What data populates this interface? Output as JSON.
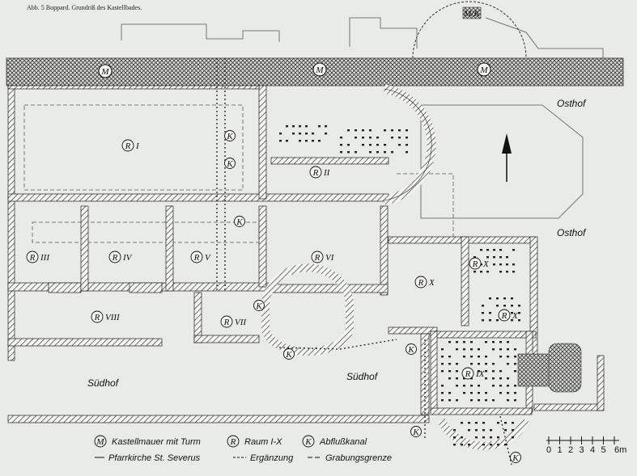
{
  "caption": "Abb. 5   Boppard. Grundriß des Kastellbades.",
  "labels": {
    "osthof_1": "Osthof",
    "osthof_2": "Osthof",
    "suedhof_1": "Südhof",
    "suedhof_2": "Südhof",
    "tower_top": "M/K"
  },
  "tower_marks": [
    "M",
    "M",
    "M"
  ],
  "rooms": [
    "I",
    "II",
    "III",
    "IV",
    "V",
    "VI",
    "VII",
    "VIII",
    "X",
    "X",
    "X",
    "IX"
  ],
  "room_prefix": "R",
  "canal_mark": "K",
  "legend": {
    "m_symbol": "M",
    "m_text": "Kastellmauer mit Turm",
    "r_symbol": "R",
    "r_text": "Raum I-X",
    "k_symbol": "K",
    "k_text": "Abflußkanal",
    "line1_text": "Pfarrkirche St. Severus",
    "line2_text": "Ergänzung",
    "line3_text": "Grabungsgrenze"
  },
  "scale": {
    "ticks": [
      "0",
      "1",
      "2",
      "3",
      "4",
      "5",
      "6m"
    ]
  },
  "colors": {
    "paper": "#e9ebe8",
    "ink": "#1c1c1c",
    "hatch": "#2a2a2a"
  }
}
